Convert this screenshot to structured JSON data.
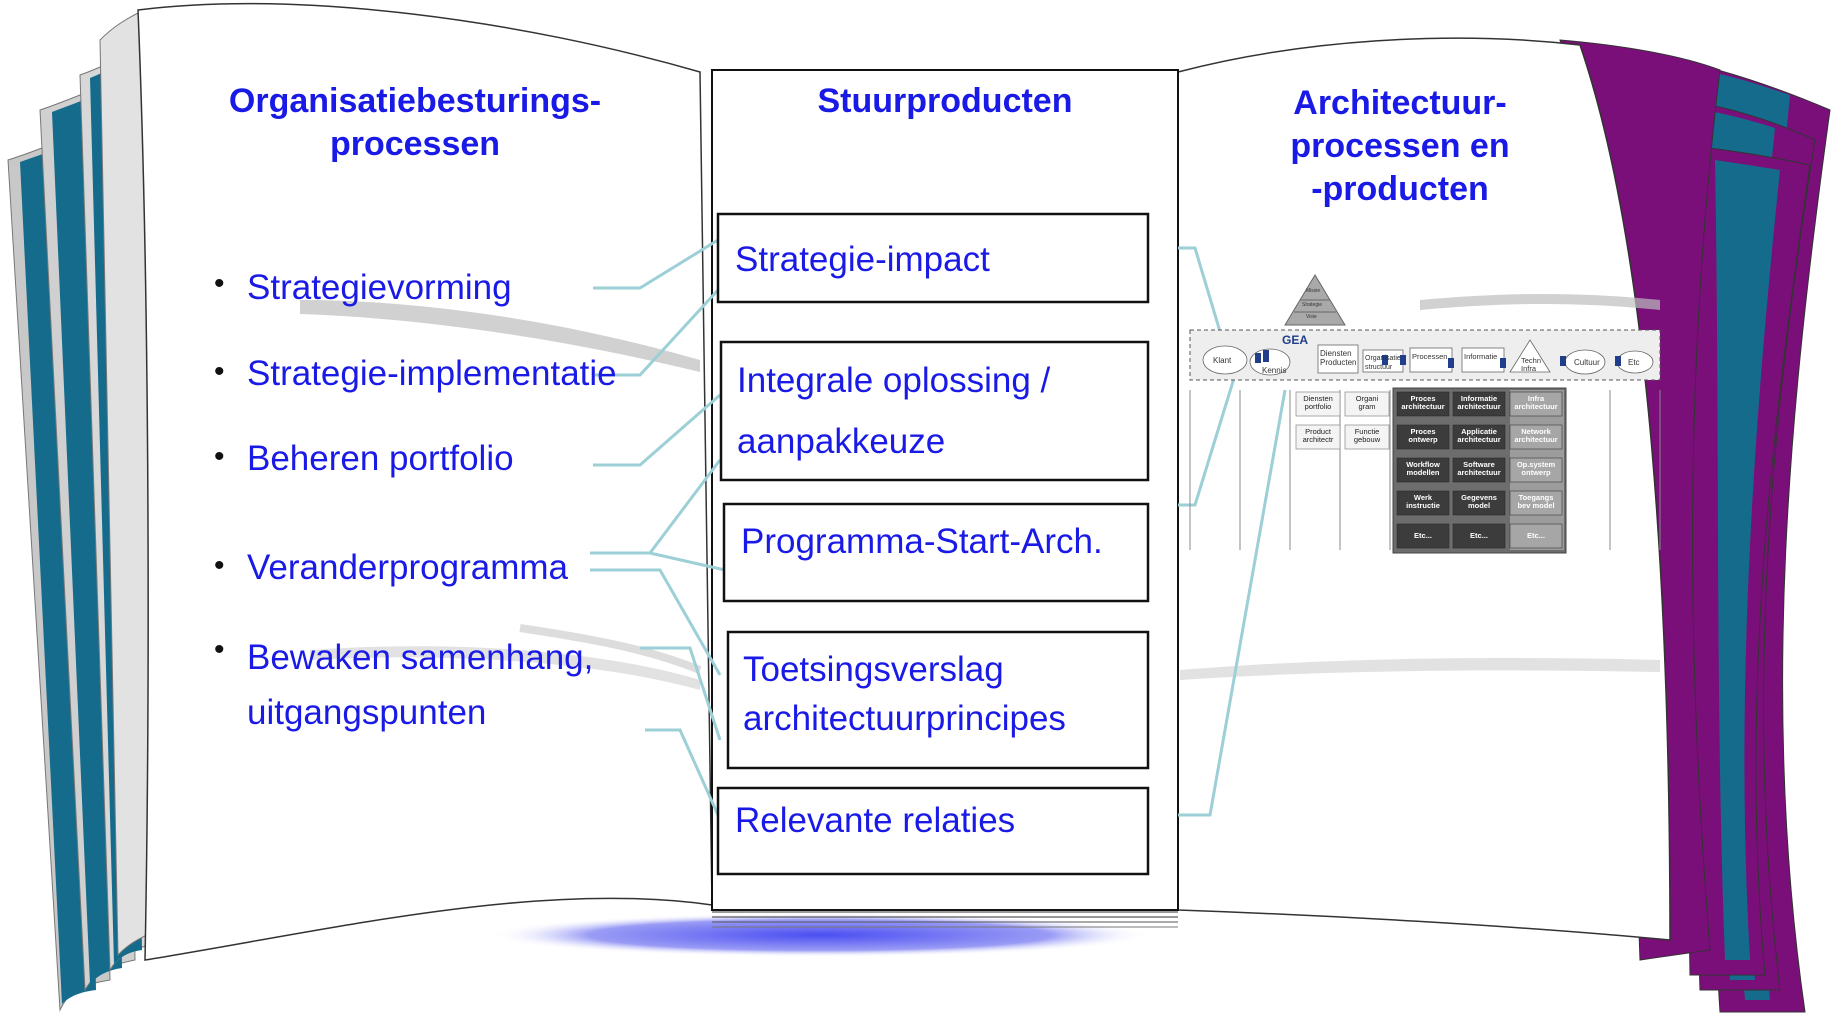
{
  "left": {
    "title": "Organisatiebesturings-\nprocessen",
    "items": [
      {
        "label": "Strategievorming"
      },
      {
        "label": "Strategie-implementatie"
      },
      {
        "label": "Beheren portfolio"
      },
      {
        "label": "Veranderprogramma"
      },
      {
        "label": "Bewaken samenhang,\nuitgangspunten"
      }
    ]
  },
  "middle": {
    "title": "Stuurproducten",
    "boxes": [
      {
        "label": "Strategie-impact"
      },
      {
        "label": "Integrale oplossing /\naanpakkeuze"
      },
      {
        "label": "Programma-Start-Arch."
      },
      {
        "label": "Toetsingsverslag\narchitectuurprincipes"
      },
      {
        "label": "Relevante relaties"
      }
    ]
  },
  "right": {
    "title": "Architectuur-\nprocessen en\n-producten",
    "thumbnail": {
      "logo": "GEA",
      "pyramid": [
        "Missie",
        "Strategie",
        "Visie"
      ],
      "domains": [
        "Klant",
        "Kennis",
        "Diensten\nProducten",
        "Organisatie\nstructuur",
        "Processen",
        "Informatie",
        "Techn\nInfra",
        "Cultuur",
        "Etc"
      ],
      "grid_light": [
        [
          "Diensten\nportfolio",
          "Organi\ngram"
        ],
        [
          "Product\narchitectr",
          "Functie\ngebouw"
        ]
      ],
      "grid_dark": [
        [
          "Proces\narchitectuur",
          "Informatie\narchitectuur",
          "Infra\narchitectuur"
        ],
        [
          "Proces\nontwerp",
          "Applicatie\narchitectuur",
          "Network\narchitectuur"
        ],
        [
          "Workflow\nmodellen",
          "Software\narchitectuur",
          "Op.system\nontwerp"
        ],
        [
          "Werk\ninstructie",
          "Gegevens\nmodel",
          "Toegangs\nbev model"
        ],
        [
          "Etc...",
          "Etc...",
          "Etc..."
        ]
      ]
    }
  },
  "colors": {
    "text_blue": "#1a1ae6",
    "spine_teal": "#156b8c",
    "cover_purple": "#7a0f7a",
    "connector": "#9ccfd6",
    "page_grey": "#d4d4d4",
    "shadow_blue": "#5a5cf0"
  }
}
